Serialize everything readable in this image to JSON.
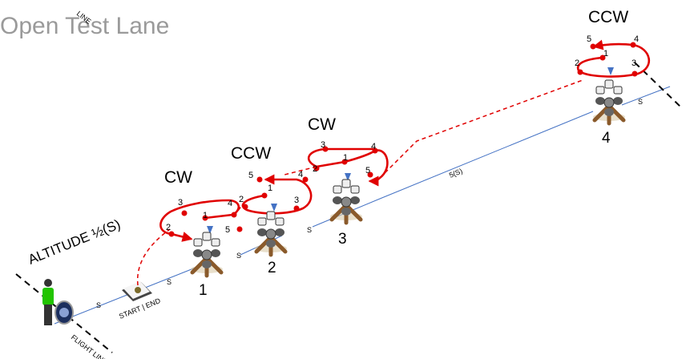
{
  "title": "Open Test Lane",
  "altitude_label": "ALTITUDE ½(S)",
  "start_label": "START | END",
  "flight_line_label": "FLIGHT LINE",
  "line_label": "LINE",
  "segment_label": "S",
  "long_segment_label": "5(S)",
  "colors": {
    "loop": "#e00000",
    "lane": "#4472c4",
    "marker": "#4472c4",
    "title": "#9a9a9a"
  },
  "stations": [
    {
      "number": "1",
      "direction": "CW",
      "points": [
        "1",
        "2",
        "3",
        "4",
        "5"
      ]
    },
    {
      "number": "2",
      "direction": "CCW",
      "points": [
        "1",
        "2",
        "3",
        "4",
        "5"
      ]
    },
    {
      "number": "3",
      "direction": "CW",
      "points": [
        "1",
        "2",
        "3",
        "4",
        "5"
      ]
    },
    {
      "number": "4",
      "direction": "CCW",
      "points": [
        "1",
        "2",
        "3",
        "4",
        "5"
      ]
    }
  ]
}
